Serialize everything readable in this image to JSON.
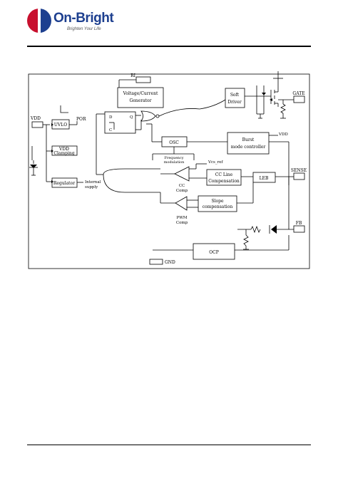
{
  "brand": {
    "name": "On-Bright",
    "tagline": "Brighten Your Life",
    "colors": {
      "primary": "#1d3f8f",
      "accent": "#c8102e"
    }
  },
  "diagram": {
    "pins": {
      "ri": "RI",
      "gate": "GATE",
      "vdd": "VDD",
      "sense": "SENSE",
      "fb": "FB",
      "gnd": "GND"
    },
    "blocks": {
      "vi_generator": [
        "Voltage/Current",
        "Generator"
      ],
      "soft_driver": [
        "Soft",
        "Driver"
      ],
      "uvlo": "UVLO",
      "vdd_clamping": [
        "VDD",
        "Clamping"
      ],
      "regulator": "Regulator",
      "osc": "OSC",
      "burst_mode": [
        "Burst",
        "mode controller"
      ],
      "cc_line": [
        "CC Line",
        "Compensation"
      ],
      "leb": "LEB",
      "slope": [
        "Slope",
        "compensation"
      ],
      "ocp": "OCP",
      "dff_d": "D",
      "dff_q": "Q",
      "dff_clk": "C"
    },
    "labels": {
      "por": "POR",
      "internal_supply": [
        "Internal",
        "supply"
      ],
      "freq_ctrl": [
        "Frequency",
        "modulation"
      ],
      "vcs_ref": "Vcs_ref",
      "cc_comp": [
        "CC",
        "Comp"
      ],
      "pwm_comp": [
        "PWM",
        "Comp"
      ],
      "vdd_internal": "VDD"
    }
  }
}
